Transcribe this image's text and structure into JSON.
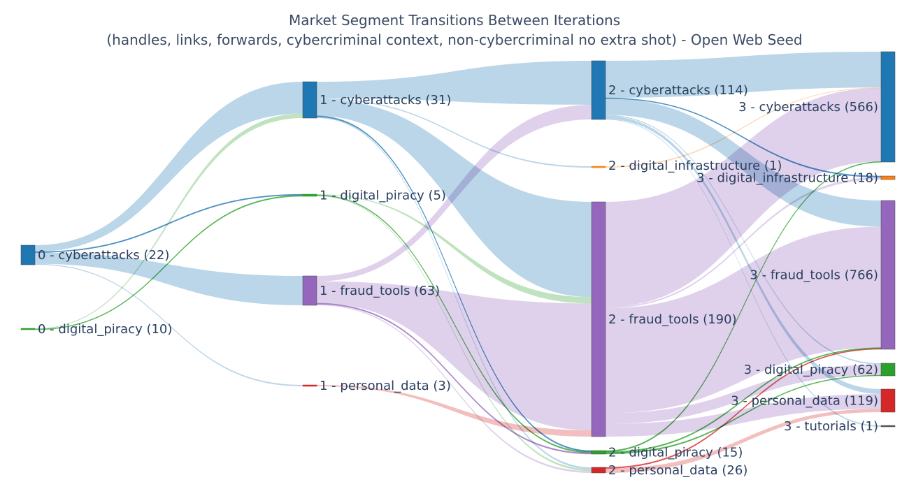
{
  "chart_data": {
    "type": "sankey",
    "title": "Market Segment Transitions Between Iterations",
    "subtitle": "(handles, links, forwards, cybercriminal context, non-cybercriminal no extra shot) - Open Web Seed",
    "category_colors": {
      "cyberattacks": "#1f77b4",
      "digital_piracy": "#2ca02c",
      "fraud_tools": "#9467bd",
      "personal_data": "#d62728",
      "digital_infrastructure": "#ff7f0e",
      "tutorials": "#555555"
    },
    "nodes": [
      {
        "id": "0c",
        "stage": 0,
        "category": "cyberattacks",
        "label": "0 - cyberattacks (22)",
        "value": 22
      },
      {
        "id": "0dp",
        "stage": 0,
        "category": "digital_piracy",
        "label": "0 - digital_piracy (10)",
        "value": 10
      },
      {
        "id": "1c",
        "stage": 1,
        "category": "cyberattacks",
        "label": "1 - cyberattacks (31)",
        "value": 31
      },
      {
        "id": "1dp",
        "stage": 1,
        "category": "digital_piracy",
        "label": "1 - digital_piracy (5)",
        "value": 5
      },
      {
        "id": "1f",
        "stage": 1,
        "category": "fraud_tools",
        "label": "1 - fraud_tools (63)",
        "value": 63
      },
      {
        "id": "1pd",
        "stage": 1,
        "category": "personal_data",
        "label": "1 - personal_data (3)",
        "value": 3
      },
      {
        "id": "2c",
        "stage": 2,
        "category": "cyberattacks",
        "label": "2 - cyberattacks (114)",
        "value": 114
      },
      {
        "id": "2di",
        "stage": 2,
        "category": "digital_infrastructure",
        "label": "2 - digital_infrastructure (1)",
        "value": 1
      },
      {
        "id": "2f",
        "stage": 2,
        "category": "fraud_tools",
        "label": "2 - fraud_tools (190)",
        "value": 190
      },
      {
        "id": "2dp",
        "stage": 2,
        "category": "digital_piracy",
        "label": "2 - digital_piracy (15)",
        "value": 15
      },
      {
        "id": "2pd",
        "stage": 2,
        "category": "personal_data",
        "label": "2 - personal_data (26)",
        "value": 26
      },
      {
        "id": "3c",
        "stage": 3,
        "category": "cyberattacks",
        "label": "3 - cyberattacks (566)",
        "value": 566
      },
      {
        "id": "3di",
        "stage": 3,
        "category": "digital_infrastructure",
        "label": "3 - digital_infrastructure (18)",
        "value": 18
      },
      {
        "id": "3f",
        "stage": 3,
        "category": "fraud_tools",
        "label": "3 - fraud_tools (766)",
        "value": 766
      },
      {
        "id": "3dp",
        "stage": 3,
        "category": "digital_piracy",
        "label": "3 - digital_piracy (62)",
        "value": 62
      },
      {
        "id": "3pd",
        "stage": 3,
        "category": "personal_data",
        "label": "3 - personal_data (119)",
        "value": 119
      },
      {
        "id": "3t",
        "stage": 3,
        "category": "tutorials",
        "label": "3 - tutorials (1)",
        "value": 1
      }
    ],
    "links": [
      {
        "source": "0c",
        "target": "1c",
        "value": 7
      },
      {
        "source": "0c",
        "target": "1dp",
        "value": 1
      },
      {
        "source": "0c",
        "target": "1f",
        "value": 12
      },
      {
        "source": "0c",
        "target": "1pd",
        "value": 1
      },
      {
        "source": "0dp",
        "target": "1c",
        "value": 1
      },
      {
        "source": "0dp",
        "target": "1dp",
        "value": 1
      },
      {
        "source": "1c",
        "target": "2c",
        "value": 15
      },
      {
        "source": "1c",
        "target": "2di",
        "value": 1
      },
      {
        "source": "1c",
        "target": "2f",
        "value": 15
      },
      {
        "source": "1c",
        "target": "2dp",
        "value": 1
      },
      {
        "source": "1c",
        "target": "2pd",
        "value": 1
      },
      {
        "source": "1dp",
        "target": "2f",
        "value": 1
      },
      {
        "source": "1dp",
        "target": "2dp",
        "value": 1
      },
      {
        "source": "1dp",
        "target": "2pd",
        "value": 1
      },
      {
        "source": "1f",
        "target": "2c",
        "value": 5
      },
      {
        "source": "1f",
        "target": "2f",
        "value": 20
      },
      {
        "source": "1f",
        "target": "2dp",
        "value": 1
      },
      {
        "source": "1f",
        "target": "2pd",
        "value": 1
      },
      {
        "source": "1pd",
        "target": "2f",
        "value": 1
      },
      {
        "source": "2c",
        "target": "3c",
        "value": 72
      },
      {
        "source": "2c",
        "target": "3di",
        "value": 1
      },
      {
        "source": "2c",
        "target": "3f",
        "value": 32
      },
      {
        "source": "2c",
        "target": "3dp",
        "value": 2
      },
      {
        "source": "2c",
        "target": "3pd",
        "value": 6
      },
      {
        "source": "2c",
        "target": "3t",
        "value": 1
      },
      {
        "source": "2di",
        "target": "3c",
        "value": 1
      },
      {
        "source": "2f",
        "target": "3c",
        "value": 148
      },
      {
        "source": "2f",
        "target": "3di",
        "value": 2
      },
      {
        "source": "2f",
        "target": "3f",
        "value": 148
      },
      {
        "source": "2f",
        "target": "3dp",
        "value": 15
      },
      {
        "source": "2f",
        "target": "3pd",
        "value": 18
      },
      {
        "source": "2dp",
        "target": "3c",
        "value": 1
      },
      {
        "source": "2dp",
        "target": "3f",
        "value": 1
      },
      {
        "source": "2dp",
        "target": "3dp",
        "value": 1
      },
      {
        "source": "2pd",
        "target": "3f",
        "value": 1
      },
      {
        "source": "2pd",
        "target": "3pd",
        "value": 4
      }
    ]
  }
}
